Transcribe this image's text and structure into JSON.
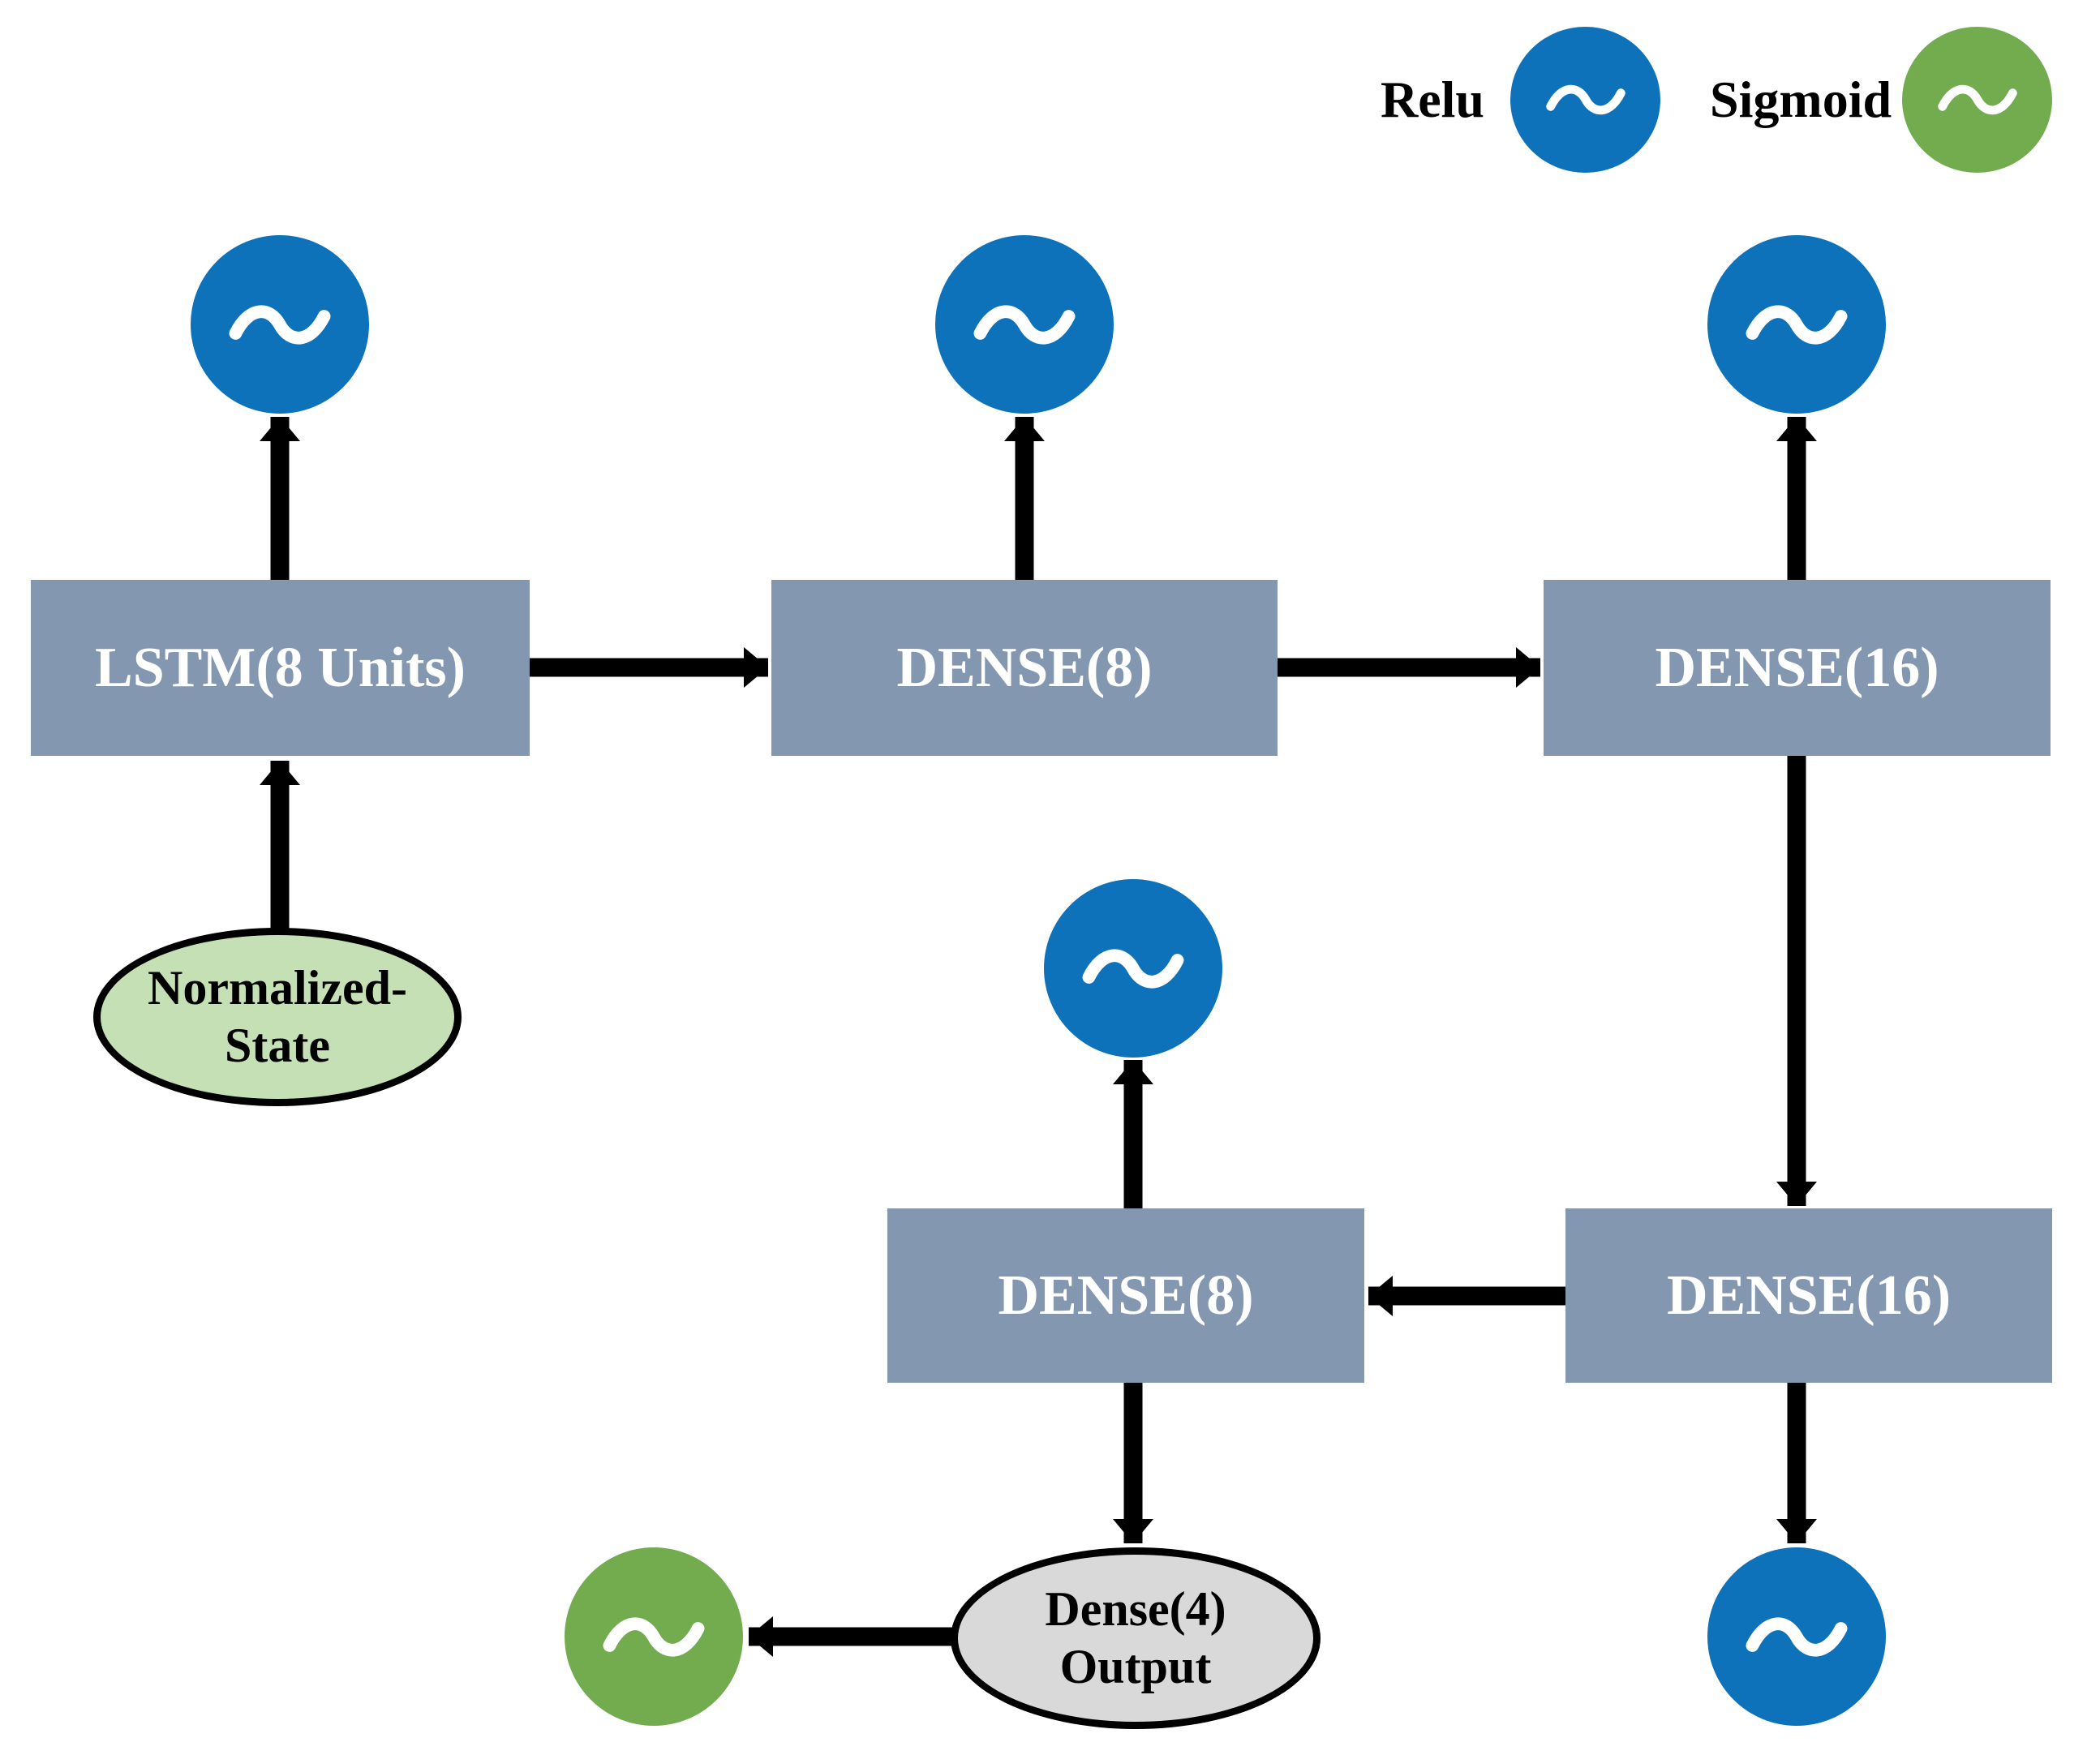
{
  "legend": {
    "relu_label": "Relu",
    "sigmoid_label": "Sigmoid"
  },
  "nodes": {
    "lstm": {
      "label": "LSTM(8 Units)"
    },
    "dense8_top": {
      "label": "DENSE(8)"
    },
    "dense16_top": {
      "label": "DENSE(16)"
    },
    "dense16_bottom": {
      "label": "DENSE(16)"
    },
    "dense8_bottom": {
      "label": "DENSE(8)"
    },
    "input_state": {
      "line1": "Normalized-",
      "line2": "State"
    },
    "output": {
      "line1": "Dense(4)",
      "line2": "Output"
    }
  },
  "icons": {
    "activation_tilde": "~"
  },
  "colors": {
    "relu_blue": "#0D72B9",
    "sigmoid_green": "#72AC4F",
    "layer_box": "#8497B0",
    "input_fill": "#C5E0B4",
    "output_fill": "#D9D9D9",
    "arrow": "#000000"
  }
}
